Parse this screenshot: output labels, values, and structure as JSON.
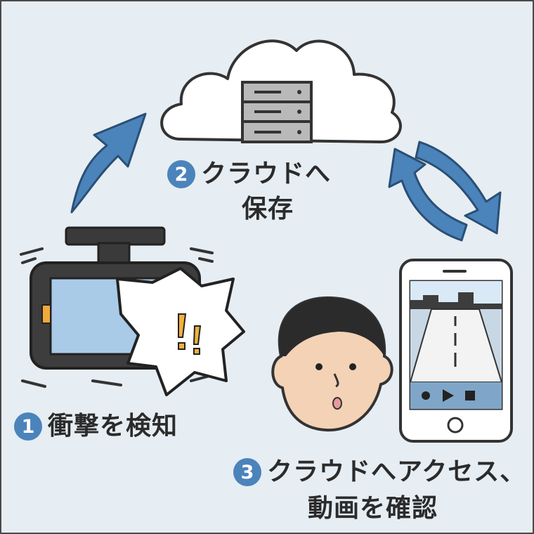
{
  "steps": [
    {
      "number": "1",
      "text": "衝撃を検知"
    },
    {
      "number": "2",
      "text": "クラウドへ",
      "text_line2": "保存"
    },
    {
      "number": "3",
      "text": "クラウドへアクセス、",
      "text_line2": "動画を確認"
    }
  ],
  "icons": {
    "cloud": "cloud-server-icon",
    "dashcam": "dashcam-icon",
    "phone": "smartphone-video-icon",
    "person": "person-face-icon",
    "arrow_up": "up-arrow-icon",
    "sync": "sync-arrows-icon"
  },
  "colors": {
    "background": "#e6edf3",
    "accent": "#4b83bb",
    "text": "#2b2b2b",
    "screen": "#a9cbe8",
    "dashcam_indicator": "#f2a93b"
  }
}
